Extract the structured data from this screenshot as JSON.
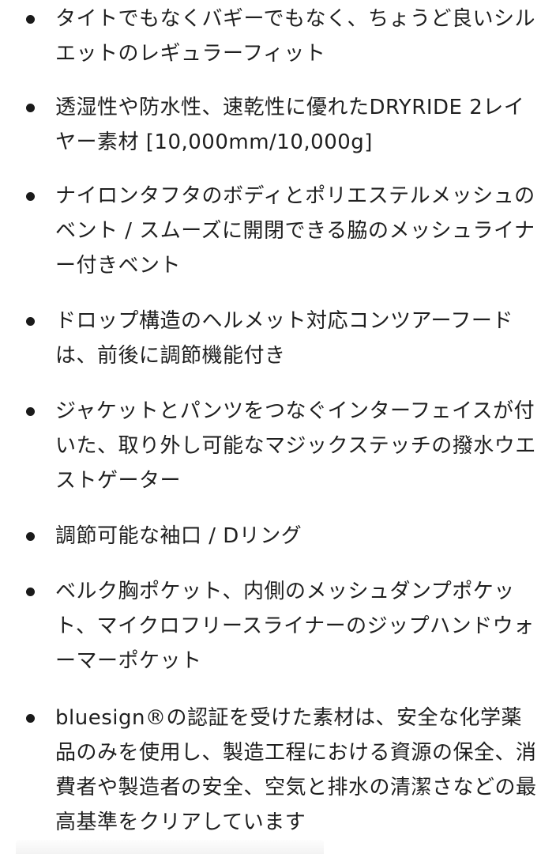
{
  "features": {
    "items": [
      {
        "text": "タイトでもなくバギーでもなく、ちょうど良いシルエットのレギュラーフィット"
      },
      {
        "text": "透湿性や防水性、速乾性に優れたDRYRIDE 2レイヤー素材 [10,000mm/10,000g]"
      },
      {
        "text": "ナイロンタフタのボディとポリエステルメッシュのベント / スムーズに開閉できる脇のメッシュライナー付きベント"
      },
      {
        "text": "ドロップ構造のヘルメット対応コンツアーフードは、前後に調節機能付き"
      },
      {
        "text": "ジャケットとパンツをつなぐインターフェイスが付いた、取り外し可能なマジックステッチの撥水ウエストゲーター"
      },
      {
        "text": "調節可能な袖口 / Dリング"
      },
      {
        "text": "ベルク胸ポケット、内側のメッシュダンプポケット、マイクロフリースライナーのジップハンドウォーマーポケット"
      },
      {
        "text": "bluesign®の認証を受けた素材は、安全な化学薬品のみを使用し、製造工程における資源の保全、消費者や製造者の安全、空気と排水の清潔さなどの最高基準をクリアしています"
      }
    ]
  }
}
